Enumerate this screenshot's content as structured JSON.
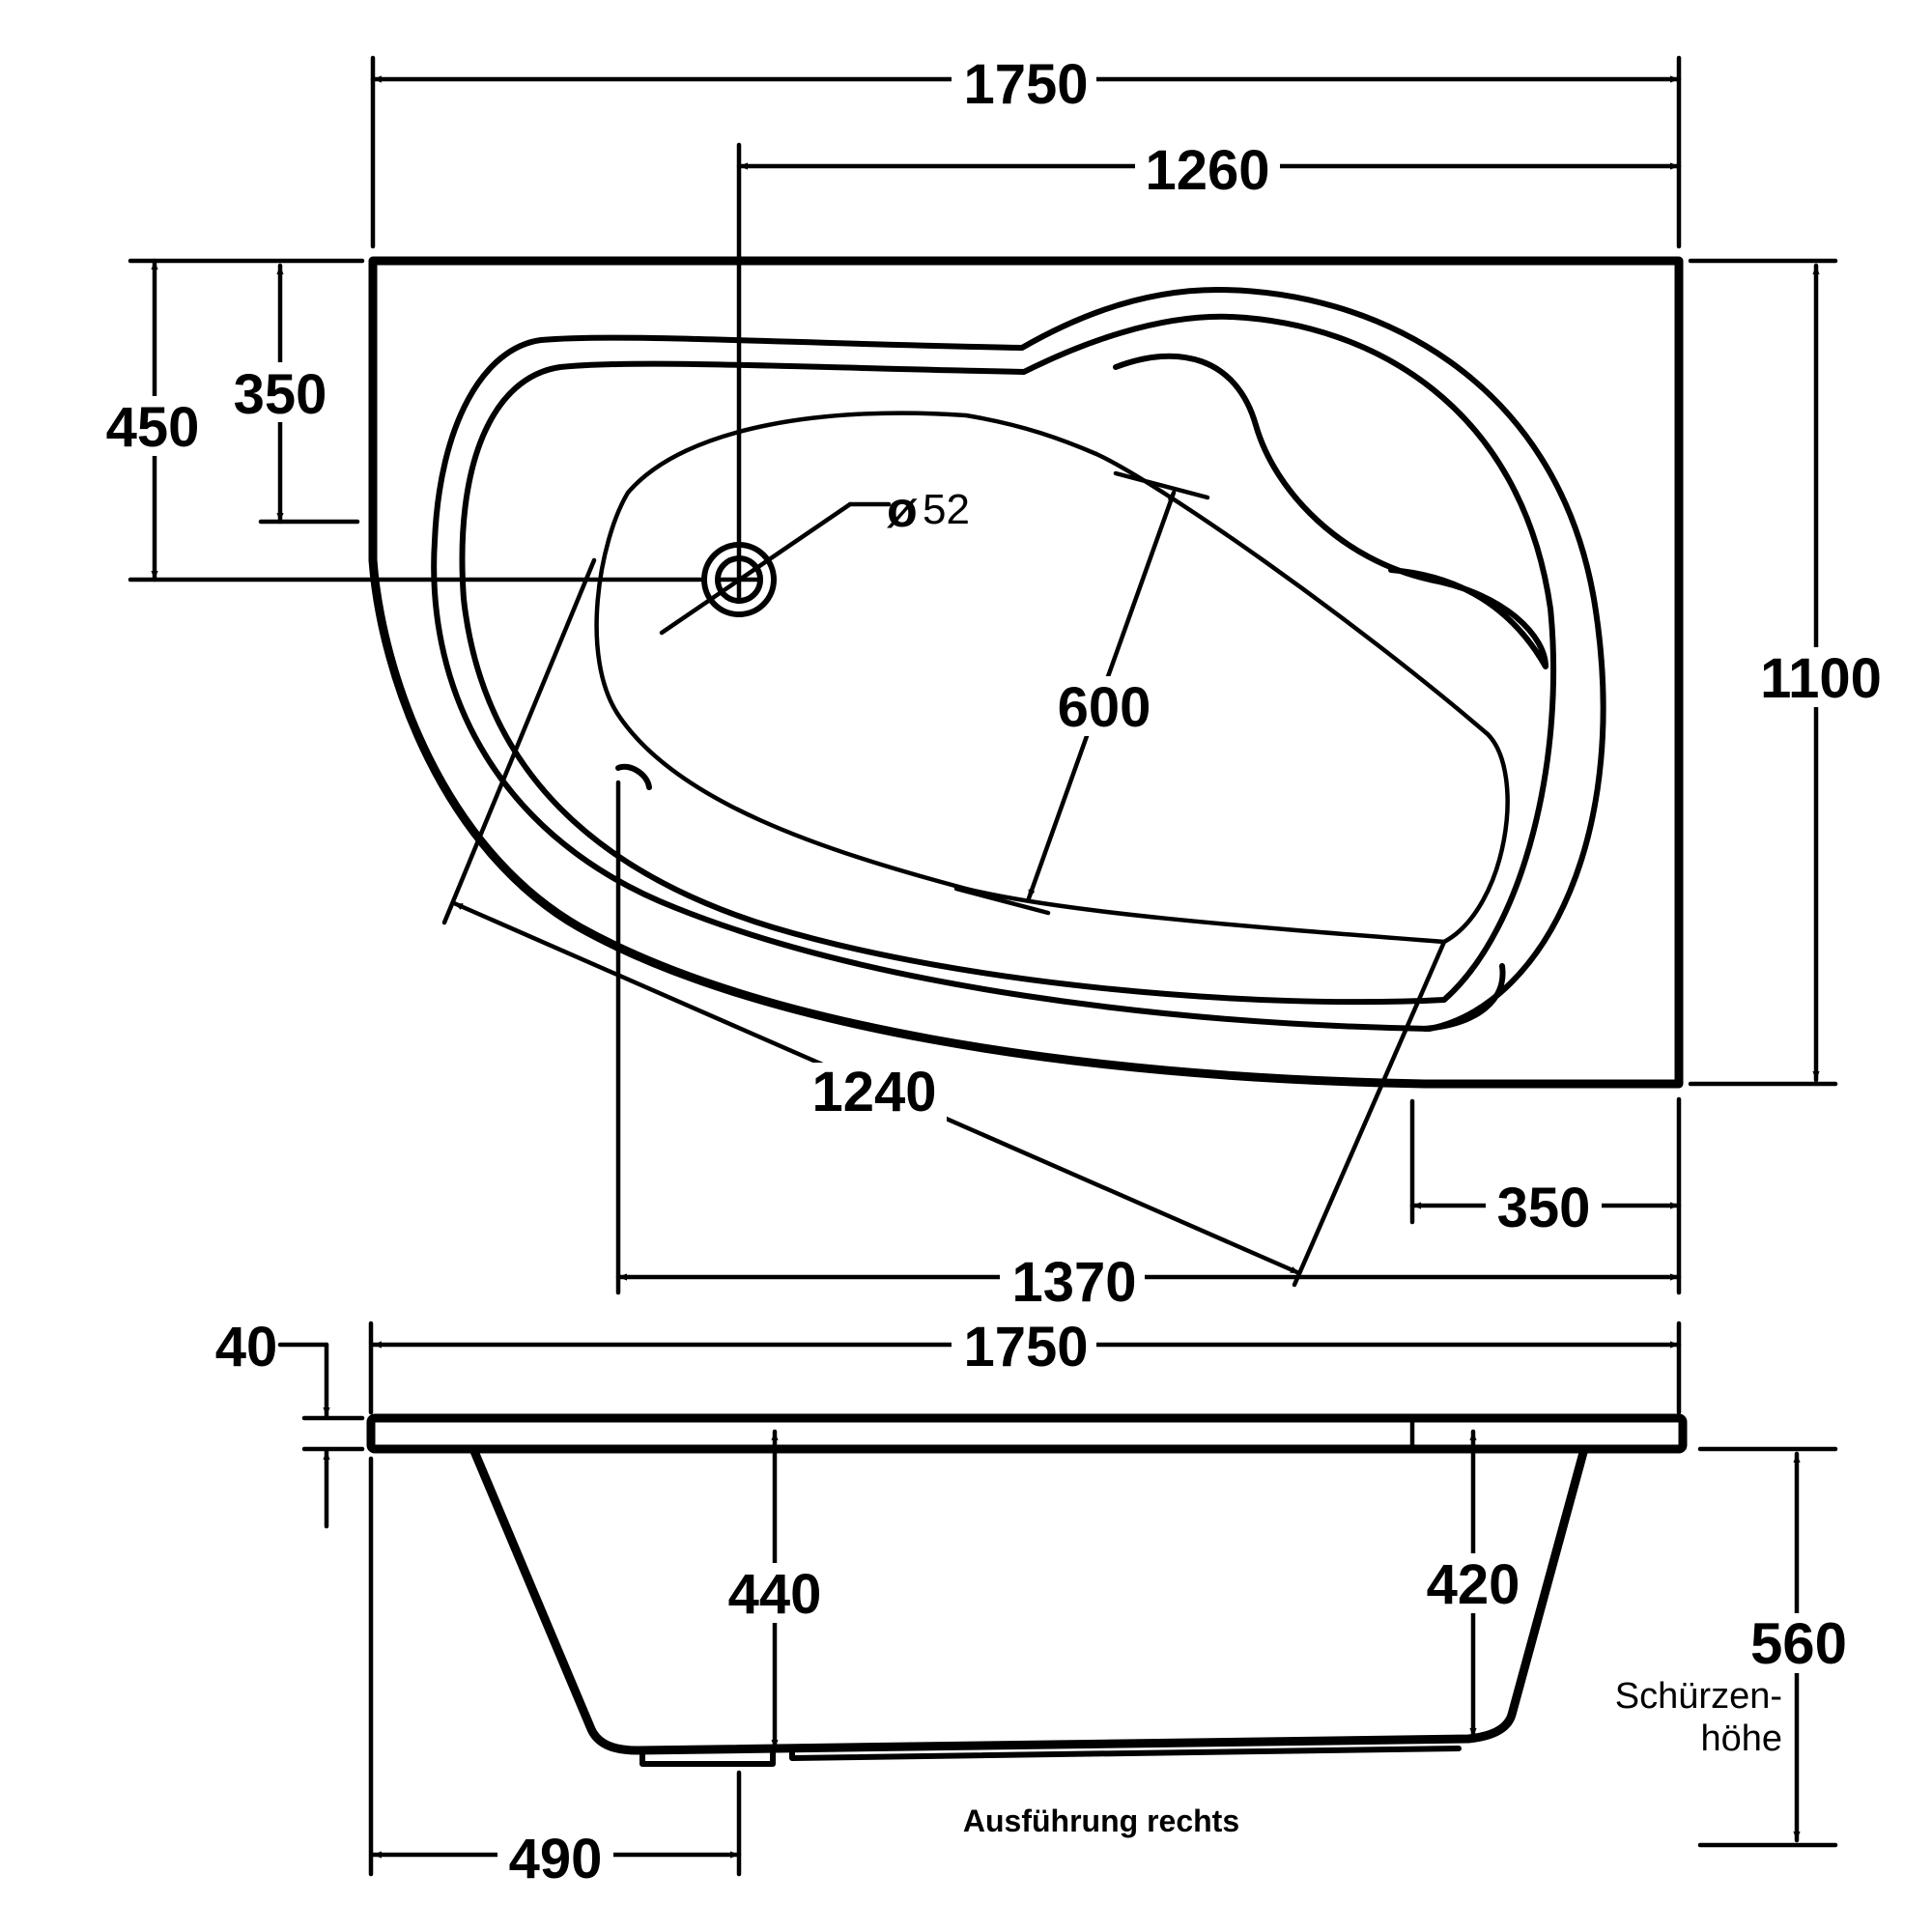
{
  "top_view": {
    "overall_width": "1750",
    "drain_to_right": "1260",
    "height_left": "450",
    "drain_offset": "350",
    "drain_diameter": "52",
    "diameter_symbol": "ø",
    "overall_height": "1100",
    "seat_width": "600",
    "diagonal_length": "1240",
    "bottom_width": "1370",
    "right_apron": "350"
  },
  "side_view": {
    "overall_width": "1750",
    "rim_thickness": "40",
    "depth_left": "440",
    "depth_right": "420",
    "apron_height": "560",
    "apron_label_line1": "Schürzen-",
    "apron_label_line2": "höhe",
    "drain_position": "490"
  },
  "caption": "Ausführung rechts"
}
